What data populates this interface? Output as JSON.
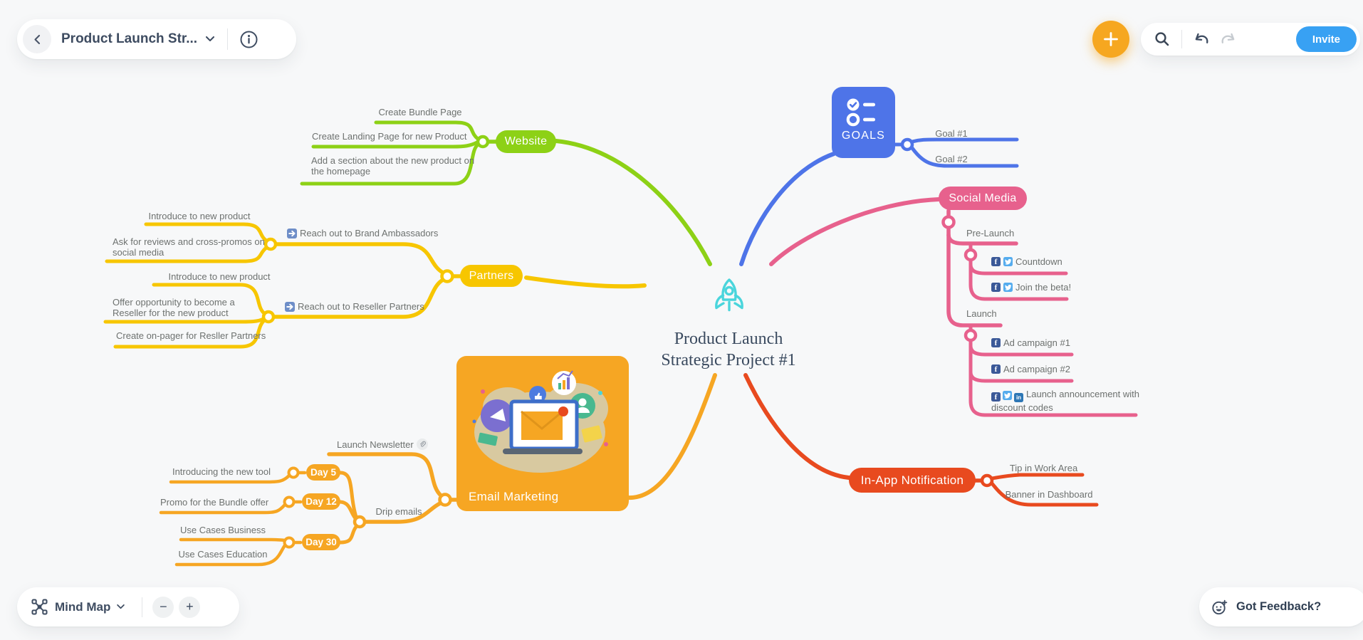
{
  "app": {
    "background": "#F7F8F9",
    "header": {
      "title": "Product Launch Str..."
    },
    "toolbar": {
      "invite_label": "Invite"
    },
    "view_controls": {
      "mode_label": "Mind Map",
      "zoom_out_label": "−",
      "zoom_in_label": "+"
    },
    "feedback": {
      "label": "Got Feedback?"
    }
  },
  "mindmap": {
    "root": {
      "title": "Product Launch Strategic Project #1",
      "icon": "rocket-icon",
      "color": "#4AD5DC"
    },
    "goals": {
      "label": "GOALS",
      "color": "#4E74E8",
      "icon": "checklist-icon",
      "children": [
        "Goal #1",
        "Goal #2"
      ]
    },
    "social_media": {
      "label": "Social Media",
      "color": "#E7618D",
      "groups": [
        {
          "label": "Pre-Launch",
          "items": [
            {
              "label": "Countdown",
              "icons": [
                "facebook",
                "twitter"
              ]
            },
            {
              "label": "Join the beta!",
              "icons": [
                "facebook",
                "twitter"
              ]
            }
          ]
        },
        {
          "label": "Launch",
          "items": [
            {
              "label": "Ad campaign #1",
              "icons": [
                "facebook"
              ]
            },
            {
              "label": "Ad campaign #2",
              "icons": [
                "facebook"
              ]
            },
            {
              "label": "Launch announcement with discount codes",
              "icons": [
                "facebook",
                "twitter",
                "linkedin"
              ]
            }
          ]
        }
      ]
    },
    "in_app_notification": {
      "label": "In-App Notification",
      "color": "#E84A1F",
      "children": [
        "Tip in Work Area",
        "Banner in Dashboard"
      ]
    },
    "website": {
      "label": "Website",
      "color": "#8DD116",
      "children": [
        "Create Bundle Page",
        "Create Landing Page for new Product",
        "Add a section about the new product on the homepage"
      ]
    },
    "partners": {
      "label": "Partners",
      "color": "#F7C600",
      "groups": [
        {
          "label": "Reach out to Brand Ambassadors",
          "icon": "arrow",
          "children": [
            "Introduce to new product",
            "Ask for reviews and cross-promos on social media"
          ]
        },
        {
          "label": "Reach out to Reseller Partners",
          "icon": "arrow",
          "children": [
            "Introduce to new product",
            "Offer opportunity to become a Reseller for the new product",
            "Create on-pager for Resller Partners"
          ]
        }
      ]
    },
    "email_marketing": {
      "label": "Email Marketing",
      "color": "#F6A623",
      "newsletter": {
        "label": "Launch Newsletter",
        "icon": "paperclip"
      },
      "drip": {
        "label": "Drip emails",
        "days": [
          {
            "label": "Day 5",
            "children": [
              "Introducing the new tool"
            ]
          },
          {
            "label": "Day 12",
            "children": [
              "Promo for the Bundle offer"
            ]
          },
          {
            "label": "Day 30",
            "children": [
              "Use Cases Business",
              "Use Cases Education"
            ]
          }
        ]
      }
    }
  }
}
